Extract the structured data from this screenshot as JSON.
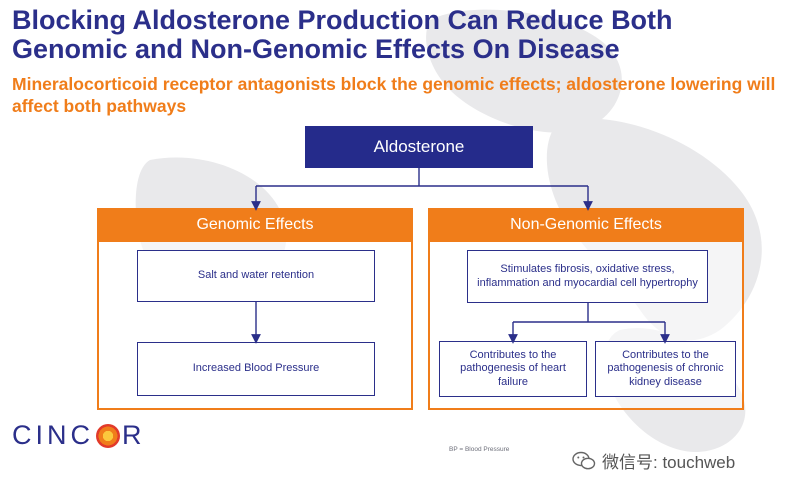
{
  "slide": {
    "title": "Blocking Aldosterone Production Can Reduce Both Genomic and Non-Genomic Effects On Disease",
    "subtitle": "Mineralocorticoid receptor antagonists block the genomic effects; aldosterone lowering will affect both pathways"
  },
  "diagram": {
    "root": "Aldosterone",
    "genomic": {
      "header": "Genomic Effects",
      "step1": "Salt and water retention",
      "step2": "Increased Blood Pressure"
    },
    "non_genomic": {
      "header": "Non-Genomic Effects",
      "step1": "Stimulates fibrosis, oxidative stress, inflammation and myocardial cell hypertrophy",
      "outcome_left": "Contributes to the pathogenesis of heart failure",
      "outcome_right": "Contributes to the pathogenesis of chronic kidney disease"
    }
  },
  "footer": {
    "logo_text_left": "CINC",
    "logo_text_right": "R",
    "footnote": "BP = Blood Pressure",
    "watermark": "微信号: touchweb"
  },
  "colors": {
    "navy": "#2b2f8a",
    "orange": "#f07d1a"
  }
}
